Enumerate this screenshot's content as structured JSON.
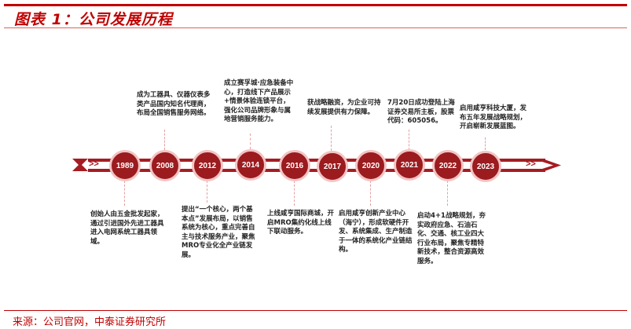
{
  "header": {
    "title": "图表 1：公司发展历程"
  },
  "footer": {
    "source": "来源：公司官网，中泰证券研究所"
  },
  "colors": {
    "accent": "#c00000",
    "node_fill": "#9b1b1f",
    "node_ring": "#f2c4c4",
    "bar": "#a51c22"
  },
  "timeline": {
    "arrow_start_icon": ">>",
    "arrow_end_icon": ">>",
    "milestones": [
      {
        "year": "1989",
        "position": "below",
        "text": "创始人由五金批发起家，通过引进国外先进工器具进入电网系统工器具领域。"
      },
      {
        "year": "2008",
        "position": "above",
        "text": "成为工器具、仪器仪表多类产品国内知名代理商，布局全国销售服务网络。"
      },
      {
        "year": "2012",
        "position": "below",
        "text": "提出“一个核心，两个基本点”发展布局，以销售系统为核心，重点完善自主与技术服务产业，聚焦MRO专业化全产业链发展。"
      },
      {
        "year": "2014",
        "position": "above",
        "text": "成立赛孚城·应急装备中心，打造线下产品展示+情景体验连锁平台，强化公司品牌形象与属地营销服务能力。"
      },
      {
        "year": "2016",
        "position": "below",
        "text": "上线咸亨国际商城，开启MRO集约化线上线下联动服务。"
      },
      {
        "year": "2017",
        "position": "above",
        "text": "获战略融资，为企业可持续发展提供有力保障。"
      },
      {
        "year": "2020",
        "position": "below",
        "text": "启用咸亨创新产业中心（海宁），形成软硬件开发、系统集成、生产制造于一体的系统化产业链结构。"
      },
      {
        "year": "2021",
        "position": "above",
        "text": "7月20日成功登陆上海证券交易所主板，股票代码：605056。"
      },
      {
        "year": "2022",
        "position": "below",
        "text": "启动4+1战略规划，夯实政府应急、石油石化、交通、核工业四大行业布局，聚焦专精特新技术，整合资源高效服务。"
      },
      {
        "year": "2023",
        "position": "above",
        "text": "启用咸亨科技大厦，发布五年发展战略规划，开启崭新发展蓝图。"
      }
    ]
  }
}
